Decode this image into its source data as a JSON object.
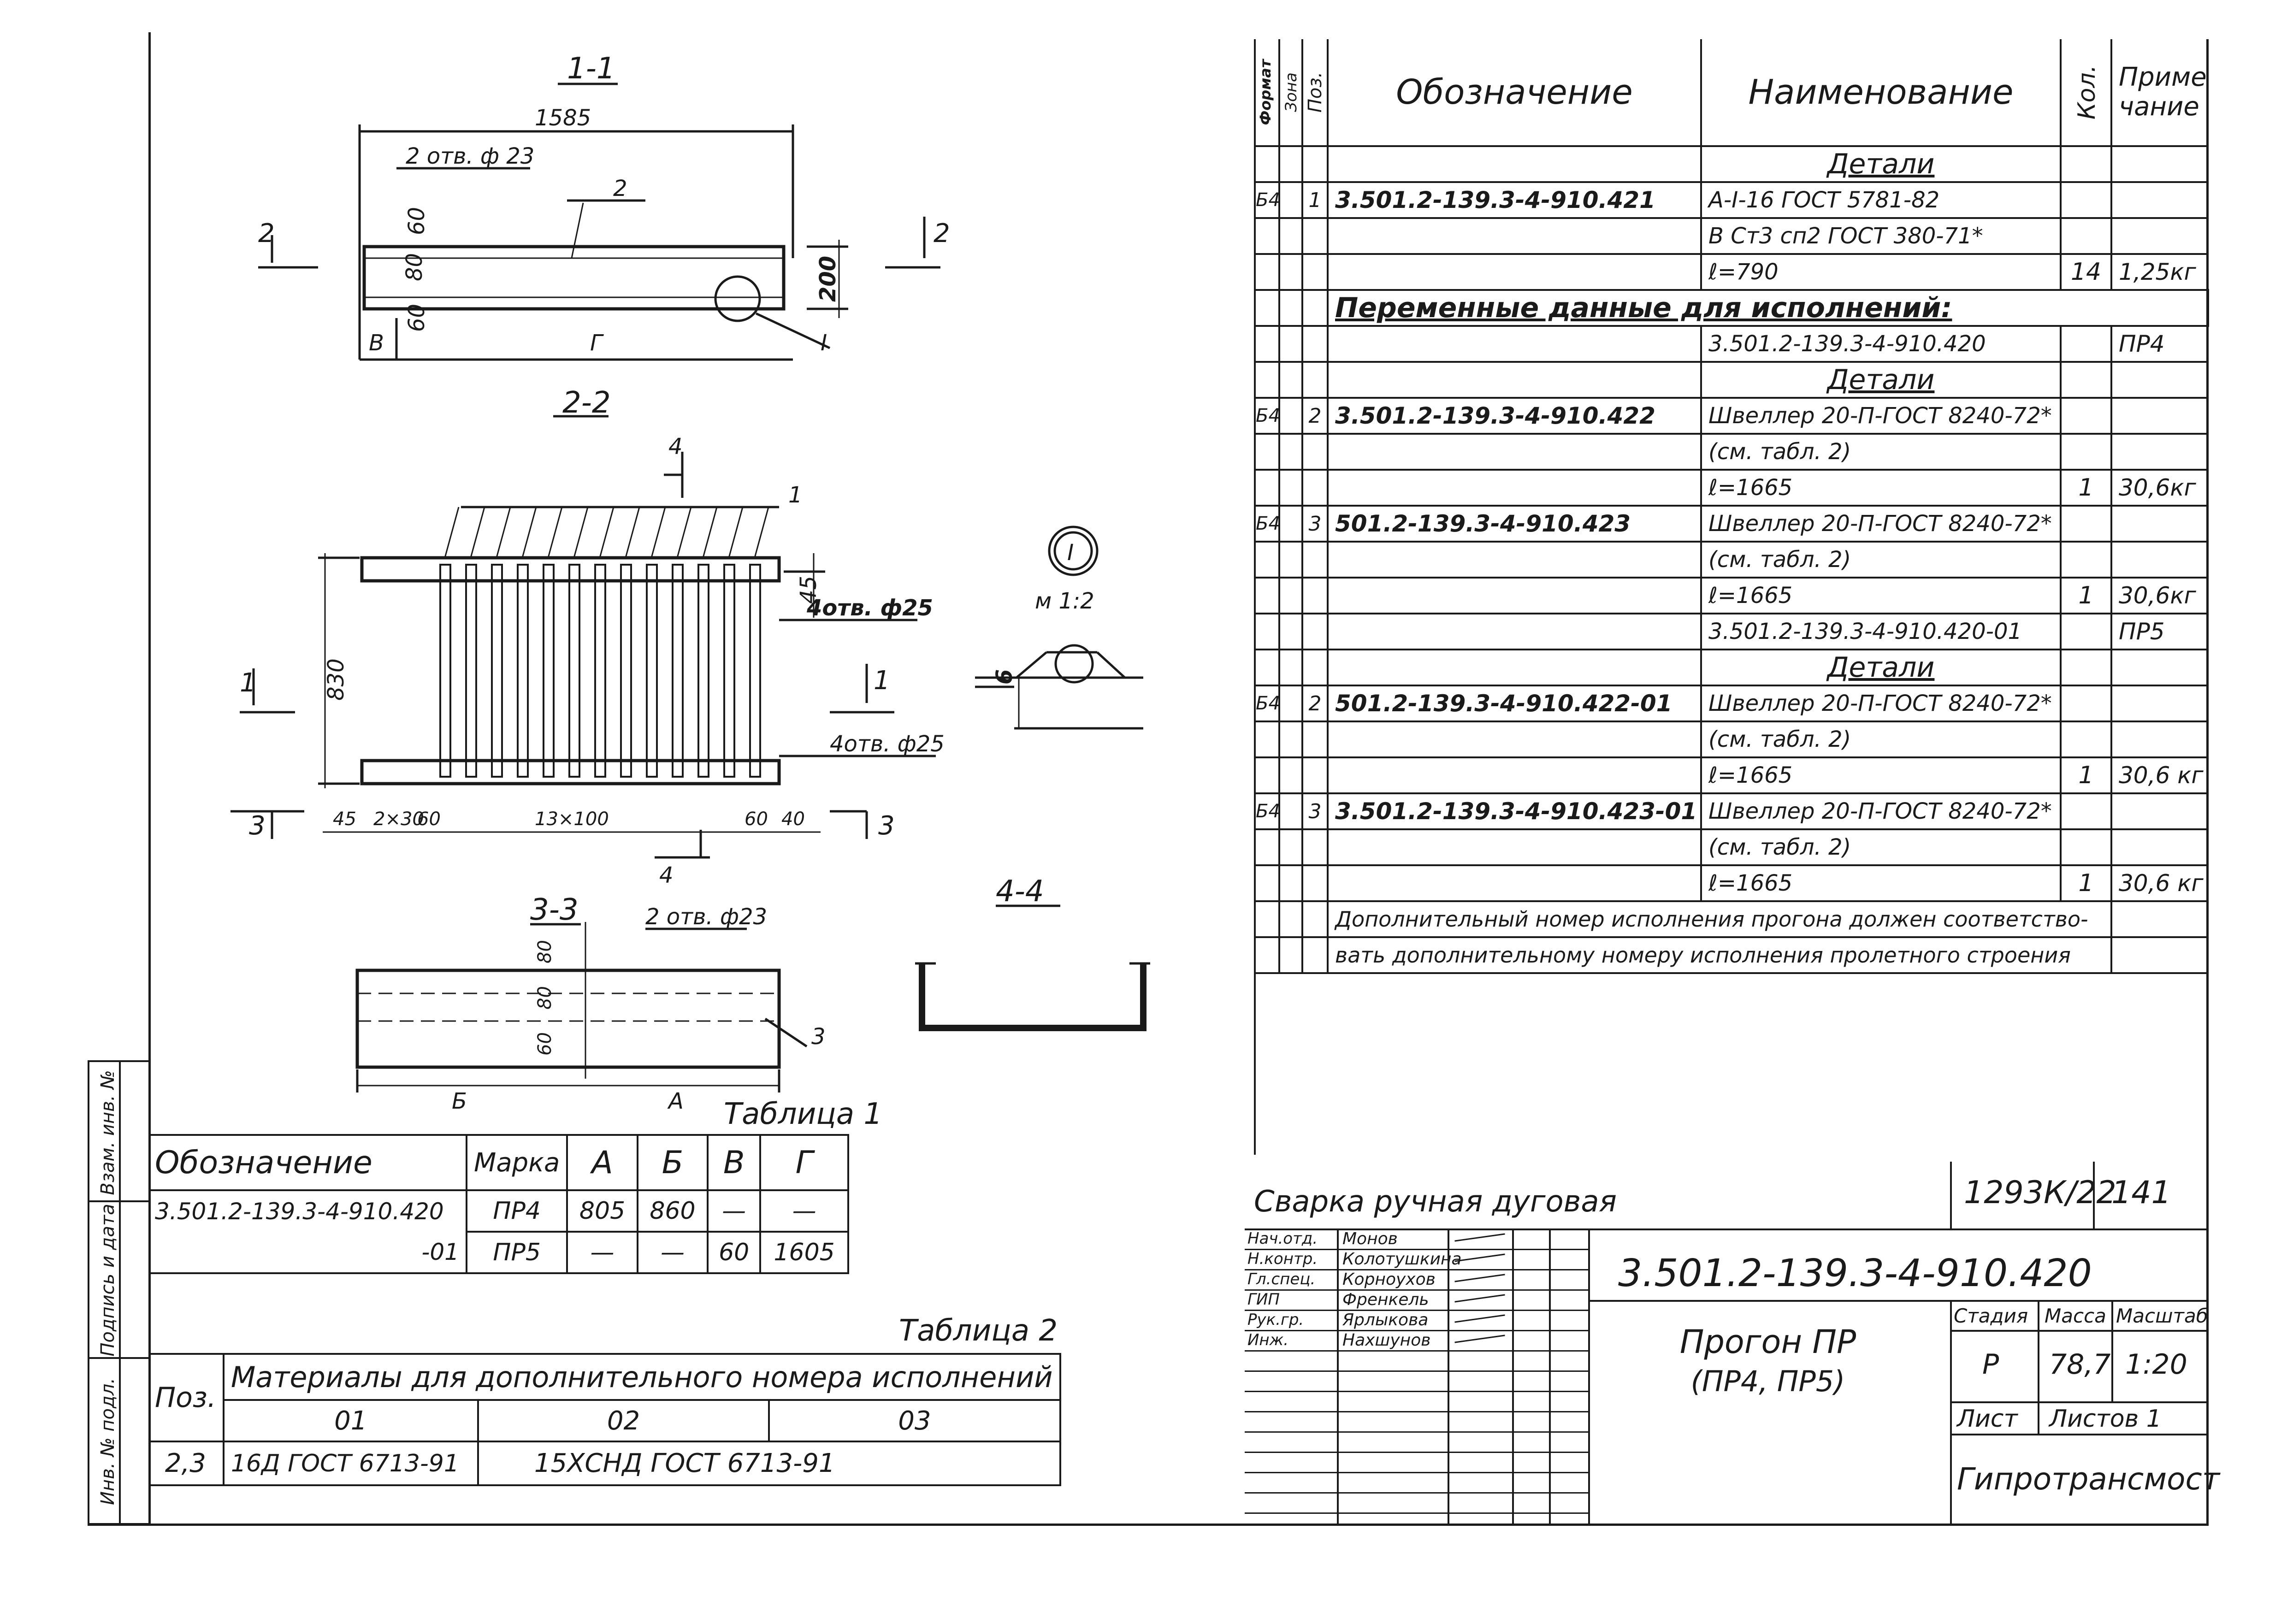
{
  "drawing": {
    "sec11": {
      "title": "1-1",
      "width": "1585",
      "holes": "2 отв. ф 23",
      "pos2": "2",
      "d60a": "60",
      "d80": "80",
      "d60b": "60",
      "h200": "200",
      "lblV": "В",
      "lblG": "Г",
      "cut": "2",
      "callout": "I"
    },
    "sec22": {
      "title": "2-2",
      "d830": "830",
      "d45": "45",
      "holes_top": "4отв. ф25",
      "holes_bot": "4отв. ф25",
      "pos1": "1",
      "cut4": "4",
      "cut1": "1",
      "cut3": "3",
      "dims": [
        "45",
        "2×30",
        "60",
        "13×100",
        "60",
        "40"
      ]
    },
    "detail": {
      "mark": "I",
      "scale": "м 1:2",
      "d6": "6"
    },
    "sec33": {
      "title": "3-3",
      "holes": "2 отв. ф23",
      "d80a": "80",
      "d80b": "80",
      "d60": "60",
      "lblB": "Б",
      "lblA": "А",
      "pos3": "3"
    },
    "sec44": {
      "title": "4-4"
    }
  },
  "table1": {
    "caption": "Таблица 1",
    "headers": [
      "Обозначение",
      "Марка",
      "А",
      "Б",
      "В",
      "Г"
    ],
    "rows": [
      [
        "3.501.2-139.3-4-910.420",
        "ПР4",
        "805",
        "860",
        "—",
        "—"
      ],
      [
        "-01",
        "ПР5",
        "—",
        "—",
        "60",
        "1605"
      ]
    ]
  },
  "table2": {
    "caption": "Таблица 2",
    "poz": "Поз.",
    "materials": "Материалы для дополнительного номера исполнений",
    "cols": [
      "01",
      "02",
      "03"
    ],
    "row": [
      "2,3",
      "16Д ГОСТ 6713-91",
      "15ХСНД ГОСТ 6713-91"
    ]
  },
  "spec": {
    "headers": {
      "format": "Формат",
      "zone": "Зона",
      "poz": "Поз.",
      "oboz": "Обозначение",
      "naim": "Наименование",
      "kol": "Кол.",
      "prim": "Приме- чание"
    },
    "rows": [
      {
        "f": "",
        "p": "",
        "o": "",
        "n": "Детали",
        "k": "",
        "r": "",
        "type": "sect"
      },
      {
        "f": "Б4",
        "p": "1",
        "o": "3.501.2-139.3-4-910.421",
        "n": "A-I-16 ГОСТ 5781-82",
        "k": "",
        "r": ""
      },
      {
        "f": "",
        "p": "",
        "o": "",
        "n": "В Ст3 сп2 ГОСТ 380-71*",
        "k": "",
        "r": ""
      },
      {
        "f": "",
        "p": "",
        "o": "",
        "n": "ℓ=790",
        "k": "14",
        "r": "1,25кг"
      },
      {
        "f": "",
        "p": "",
        "o": "Переменные данные для исполнений:",
        "n": "",
        "k": "",
        "r": "",
        "type": "span"
      },
      {
        "f": "",
        "p": "",
        "o": "",
        "n": "3.501.2-139.3-4-910.420",
        "k": "",
        "r": "ПР4"
      },
      {
        "f": "",
        "p": "",
        "o": "",
        "n": "Детали",
        "k": "",
        "r": "",
        "type": "sect"
      },
      {
        "f": "Б4",
        "p": "2",
        "o": "3.501.2-139.3-4-910.422",
        "n": "Швеллер 20-П-ГОСТ 8240-72*",
        "k": "",
        "r": ""
      },
      {
        "f": "",
        "p": "",
        "o": "",
        "n": "(см. табл. 2)",
        "k": "",
        "r": ""
      },
      {
        "f": "",
        "p": "",
        "o": "",
        "n": "ℓ=1665",
        "k": "1",
        "r": "30,6кг"
      },
      {
        "f": "Б4",
        "p": "3",
        "o": "501.2-139.3-4-910.423",
        "n": "Швеллер 20-П-ГОСТ 8240-72*",
        "k": "",
        "r": ""
      },
      {
        "f": "",
        "p": "",
        "o": "",
        "n": "(см. табл. 2)",
        "k": "",
        "r": ""
      },
      {
        "f": "",
        "p": "",
        "o": "",
        "n": "ℓ=1665",
        "k": "1",
        "r": "30,6кг"
      },
      {
        "f": "",
        "p": "",
        "o": "",
        "n": "3.501.2-139.3-4-910.420-01",
        "k": "",
        "r": "ПР5"
      },
      {
        "f": "",
        "p": "",
        "o": "",
        "n": "Детали",
        "k": "",
        "r": "",
        "type": "sect"
      },
      {
        "f": "Б4",
        "p": "2",
        "o": "501.2-139.3-4-910.422-01",
        "n": "Швеллер 20-П-ГОСТ 8240-72*",
        "k": "",
        "r": ""
      },
      {
        "f": "",
        "p": "",
        "o": "",
        "n": "(см. табл. 2)",
        "k": "",
        "r": ""
      },
      {
        "f": "",
        "p": "",
        "o": "",
        "n": "ℓ=1665",
        "k": "1",
        "r": "30,6 кг"
      },
      {
        "f": "Б4",
        "p": "3",
        "o": "3.501.2-139.3-4-910.423-01",
        "n": "Швеллер 20-П-ГОСТ 8240-72*",
        "k": "",
        "r": ""
      },
      {
        "f": "",
        "p": "",
        "o": "",
        "n": "(см. табл. 2)",
        "k": "",
        "r": ""
      },
      {
        "f": "",
        "p": "",
        "o": "",
        "n": "ℓ=1665",
        "k": "1",
        "r": "30,6 кг"
      },
      {
        "f": "",
        "p": "",
        "o": "Дополнительный номер исполнения прогона должен соответство-",
        "n": "",
        "k": "",
        "r": "",
        "type": "span2"
      },
      {
        "f": "",
        "p": "",
        "o": "вать дополнительному номеру исполнения пролетного строения",
        "n": "",
        "k": "",
        "r": "",
        "type": "span2"
      }
    ]
  },
  "note": "Сварка ручная дуговая",
  "stamp": {
    "archive": "1293К/22",
    "sheet_no": "141",
    "code": "3.501.2-139.3-4-910.420",
    "title": "Прогон ПР",
    "subtitle": "(ПР4, ПР5)",
    "people": [
      {
        "role": "Нач.отд.",
        "name": "Монов"
      },
      {
        "role": "Н.контр.",
        "name": "Колотушкина"
      },
      {
        "role": "Гл.спец.",
        "name": "Корноухов"
      },
      {
        "role": "ГИП",
        "name": "Френкель"
      },
      {
        "role": "Рук.гр.",
        "name": "Ярлыкова"
      },
      {
        "role": "Инж.",
        "name": "Нахшунов"
      }
    ],
    "stage_label": "Стадия",
    "mass_label": "Масса",
    "scale_label": "Масштаб",
    "stage": "Р",
    "mass": "78,7",
    "scale": "1:20",
    "sheet_label": "Лист",
    "sheets_label": "Листов 1",
    "org": "Гипротрансмост"
  },
  "side": [
    "Взам. инв. №",
    "Подпись и дата",
    "Инв. № подл."
  ]
}
